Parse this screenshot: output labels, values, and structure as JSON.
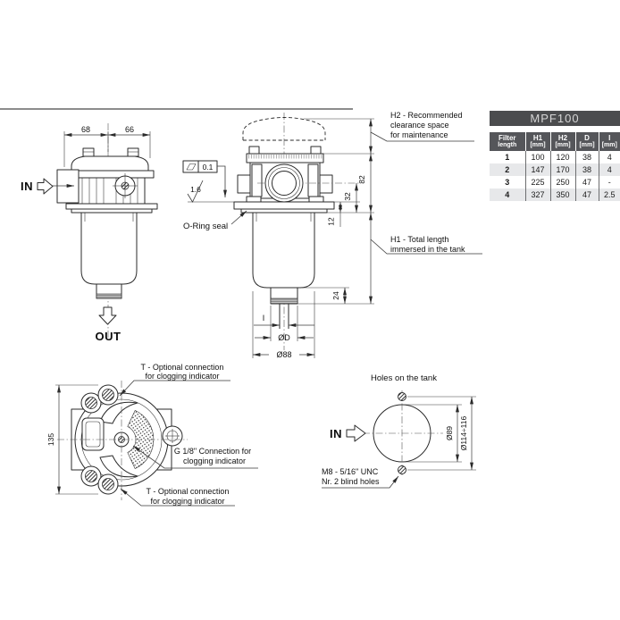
{
  "table": {
    "title": "MPF100",
    "headers": [
      {
        "l1": "Filter",
        "l2": "length"
      },
      {
        "l1": "H1",
        "l2": "[mm]"
      },
      {
        "l1": "H2",
        "l2": "[mm]"
      },
      {
        "l1": "D",
        "l2": "[mm]"
      },
      {
        "l1": "I",
        "l2": "[mm]"
      }
    ],
    "rows": [
      {
        "len": "1",
        "h1": "100",
        "h2": "120",
        "d": "38",
        "i": "4"
      },
      {
        "len": "2",
        "h1": "147",
        "h2": "170",
        "d": "38",
        "i": "4"
      },
      {
        "len": "3",
        "h1": "225",
        "h2": "250",
        "d": "47",
        "i": "-"
      },
      {
        "len": "4",
        "h1": "327",
        "h2": "350",
        "d": "47",
        "i": "2.5"
      }
    ]
  },
  "side_view": {
    "dim_left": "68",
    "dim_right": "66",
    "in_label": "IN",
    "out_label": "OUT"
  },
  "front_view": {
    "flatness": "0.1",
    "roughness": "1.6",
    "oring": "O-Ring seal",
    "dim_82": "82",
    "dim_32": "32",
    "dim_12": "12",
    "dim_24": "24",
    "dim_i": "I",
    "dim_d": "ØD",
    "dim_88": "Ø88",
    "h2_l1": "H2 - Recommended",
    "h2_l2": "clearance space",
    "h2_l3": "for maintenance",
    "h1_l1": "H1 - Total length",
    "h1_l2": "immersed in the tank"
  },
  "top_view": {
    "dim_135": "135",
    "t1_l1": "T - Optional connection",
    "t1_l2": "for clogging indicator",
    "g_l1": "G 1/8\" Connection for",
    "g_l2": "clogging indicator",
    "t2_l1": "T - Optional connection",
    "t2_l2": "for clogging indicator"
  },
  "tank_view": {
    "title": "Holes on the tank",
    "in_label": "IN",
    "dim_89": "Ø89",
    "dim_114": "Ø114÷116",
    "m8_l1": "M8 - 5/16\" UNC",
    "m8_l2": "Nr. 2 blind holes"
  },
  "colors": {
    "table_title_bg": "#4b4c4e",
    "table_header_bg": "#55565a",
    "row_alt": "#e7e8ea",
    "line": "#2b2b2b"
  }
}
